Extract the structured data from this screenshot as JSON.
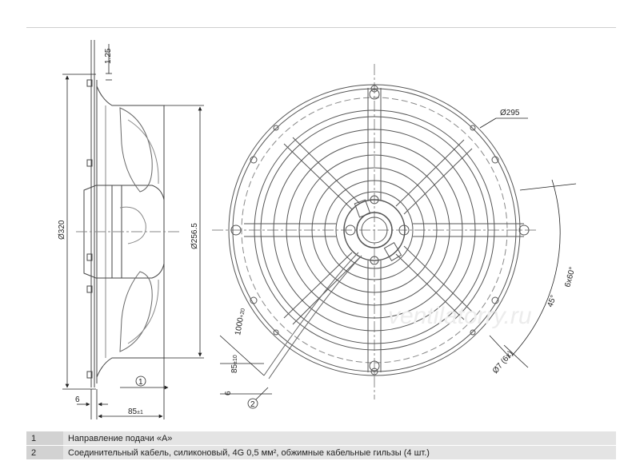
{
  "dimensions": {
    "flange_thickness": "1.25",
    "outer_diameter": "Ø320",
    "inner_diameter": "Ø256.5",
    "hole_circle": "Ø295",
    "base_offset": "6",
    "depth": "85",
    "depth_tolerance": "±1",
    "cable_length": "1000",
    "cable_length_tolerance": "+20",
    "cable_exit": "85",
    "cable_exit_tolerance": "±10",
    "cable_offset": "6",
    "mount_holes": "Ø7 (6x)",
    "hole_pitch": "6x60°",
    "angle": "45°"
  },
  "callouts": {
    "c1": "1",
    "c2": "2"
  },
  "watermark": "ventilatorry.ru",
  "legend": [
    {
      "num": "1",
      "text": "Направление подачи «A»"
    },
    {
      "num": "2",
      "text": "Соединительный кабель, силиконовый, 4G 0,5 мм², обжимные кабельные гильзы (4 шт.)"
    }
  ]
}
